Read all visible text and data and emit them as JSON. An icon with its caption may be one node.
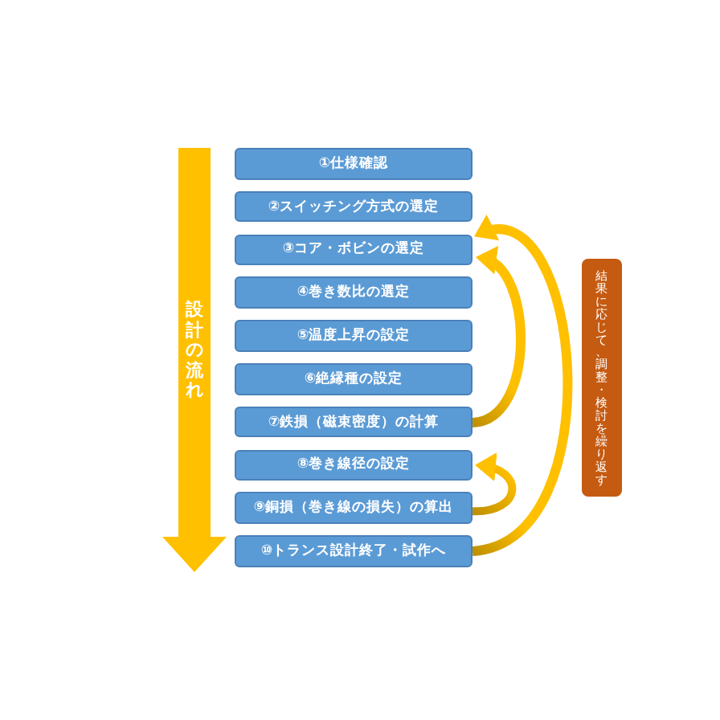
{
  "diagram": {
    "nodes": [
      {
        "text": [
          "設計の流れ"
        ]
      },
      {
        "text": [
          "①仕様確認"
        ]
      },
      {
        "text": [
          "②スイッチング方式の選定"
        ]
      },
      {
        "text": [
          "③コア・ボビンの選定"
        ]
      },
      {
        "text": [
          "④巻き数比の選定"
        ]
      },
      {
        "text": [
          "⑤温度上昇の設定"
        ]
      },
      {
        "text": [
          "⑥絶縁種の設定"
        ]
      },
      {
        "text": [
          "⑦鉄損（磁束密度）の計算"
        ]
      },
      {
        "text": [
          "⑧巻き線径の設定"
        ]
      },
      {
        "text": [
          "⑨銅損（巻き線の損失）の算出"
        ]
      },
      {
        "text": [
          "⑩トランス設計終了・試作へ"
        ]
      },
      {
        "text": [
          "結果に応じて、調整・検討を繰り返す"
        ]
      }
    ],
    "edges": [
      {
        "from": 7,
        "to": 3,
        "arrow": "to"
      },
      {
        "from": 10,
        "to": 3,
        "arrow": "to"
      },
      {
        "from": 9,
        "to": 8,
        "arrow": "to"
      }
    ]
  }
}
